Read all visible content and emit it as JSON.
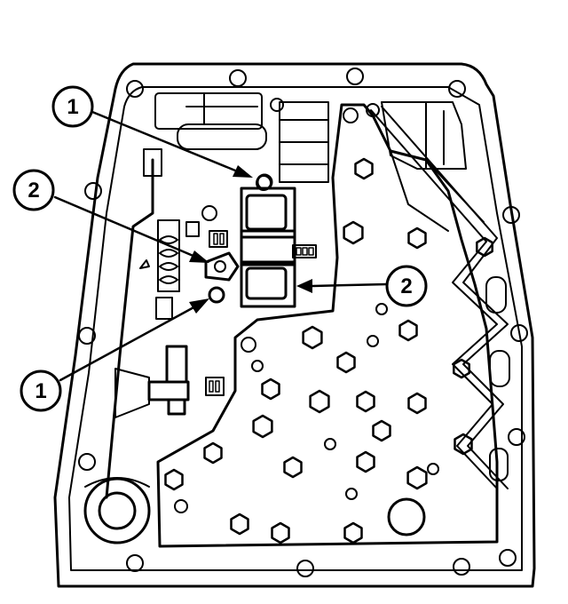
{
  "callouts": [
    {
      "id": "upper-left-1",
      "label": "1"
    },
    {
      "id": "left-2",
      "label": "2"
    },
    {
      "id": "right-2",
      "label": "2"
    },
    {
      "id": "lower-left-1",
      "label": "1"
    }
  ],
  "colors": {
    "line": "#000000",
    "background": "#ffffff"
  },
  "icons": [
    "hex-bolt-icon",
    "round-bolt-icon",
    "solenoid-connector-icon",
    "pressure-switch-icon"
  ]
}
